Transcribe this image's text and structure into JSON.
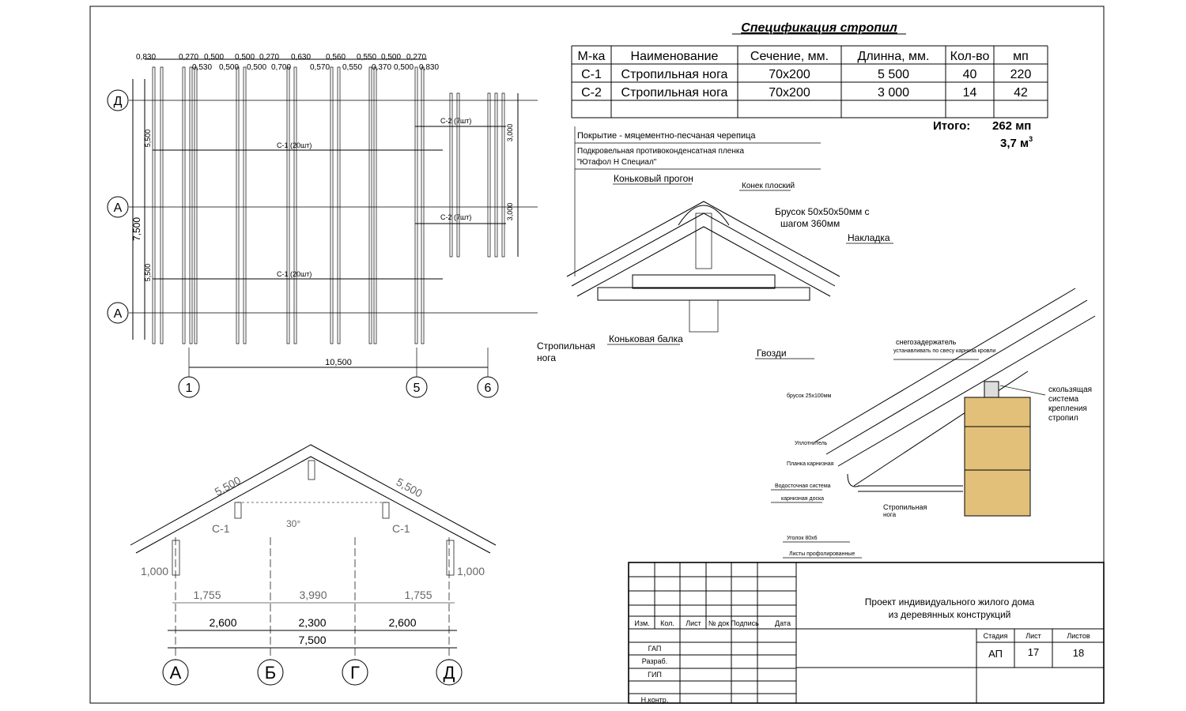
{
  "spec": {
    "title": "Спецификация стропил",
    "headers": [
      "М-ка",
      "Наименование",
      "Сечение, мм.",
      "Длинна, мм.",
      "Кол-во",
      "мп"
    ],
    "rows": [
      [
        "С-1",
        "Стропильная нога",
        "70х200",
        "5 500",
        "40",
        "220"
      ],
      [
        "С-2",
        "Стропильная нога",
        "70х200",
        "3 000",
        "14",
        "42"
      ]
    ],
    "total_label": "Итого:",
    "total_length": "262 мп",
    "total_volume": "3,7 м",
    "total_volume_sup": "3"
  },
  "plan": {
    "top_dims_upper": [
      "0,830",
      "0,270",
      "0,500",
      "0,500",
      "0,270",
      "0,630",
      "0,560",
      "0,550",
      "0,500",
      "0,270"
    ],
    "top_dims_lower": [
      "0,530",
      "0,500",
      "0,500",
      "0,700",
      "0,570",
      "0,550",
      "0,370",
      "0,500",
      "0,830"
    ],
    "left_dims": [
      "5,500",
      "7,500",
      "5,500"
    ],
    "right_dims": [
      "3,000",
      "3,000"
    ],
    "rafter_labels": [
      "С-1 (20шт)",
      "С-1 (20шт)",
      "С-2 (7шт)",
      "С-2 (7шт)"
    ],
    "row_axes": [
      "Д",
      "А",
      "А"
    ],
    "col_axes": [
      "1",
      "5",
      "6"
    ],
    "bottom_dim": "10,500"
  },
  "section": {
    "slope_left": "5,500",
    "slope_right": "5,500",
    "rafter_left": "С-1",
    "rafter_right": "С-1",
    "angle": "30°",
    "overhang_left": "1,000",
    "overhang_right": "1,000",
    "dims_row1": [
      "1,755",
      "3,990",
      "1,755"
    ],
    "dims_row2": [
      "2,600",
      "2,300",
      "2,600"
    ],
    "total": "7,500",
    "axes": [
      "А",
      "Б",
      "Г",
      "Д"
    ]
  },
  "ridge_detail": {
    "covering": "Покрытие - мяцементно-песчаная черепица",
    "membrane_1": "Подкровельная противоконденсатная пленка",
    "membrane_2": "\"Ютафол Н Специал\"",
    "ridge_purlin": "Коньковый прогон",
    "flat_ridge": "Конек плоский",
    "batten_1": "Брусок 50х50х50мм  с",
    "batten_2": "шагом 360мм",
    "overlay": "Накладка",
    "rafter_1": "Стропильная",
    "rafter_2": "нога",
    "ridge_beam": "Коньковая балка",
    "nails": "Гвозди"
  },
  "eave_detail": {
    "snow_guard": "снегозадержатель",
    "snow_guard_note": "устанавливать по свесу карниза кровли",
    "batten": "брусок 25х100мм",
    "sealant": "Уплотнитель",
    "eave_strip": "Планка карнизная",
    "gutter": "Водосточная система",
    "eave_board": "карнизная доска",
    "angle": "Уголок 80х6",
    "sheets": "Листы профолированные",
    "rafter_1": "Стропильная",
    "rafter_2": "нога",
    "sliding_1": "скользящая",
    "sliding_2": "система",
    "sliding_3": "крепления",
    "sliding_4": "стропил"
  },
  "title_block": {
    "cols": [
      "Изм.",
      "Кол.",
      "Лист",
      "№ док",
      "Подпись",
      "Дата"
    ],
    "roles": [
      "ГАП",
      "Разраб.",
      "ГИП",
      "Н.контр."
    ],
    "project_1": "Проект индивидуального жилого дома",
    "project_2": "из деревянных конструкций",
    "stage_label": "Стадия",
    "sheet_label": "Лист",
    "sheets_label": "Листов",
    "stage": "АП",
    "sheet": "17",
    "sheets": "18"
  }
}
